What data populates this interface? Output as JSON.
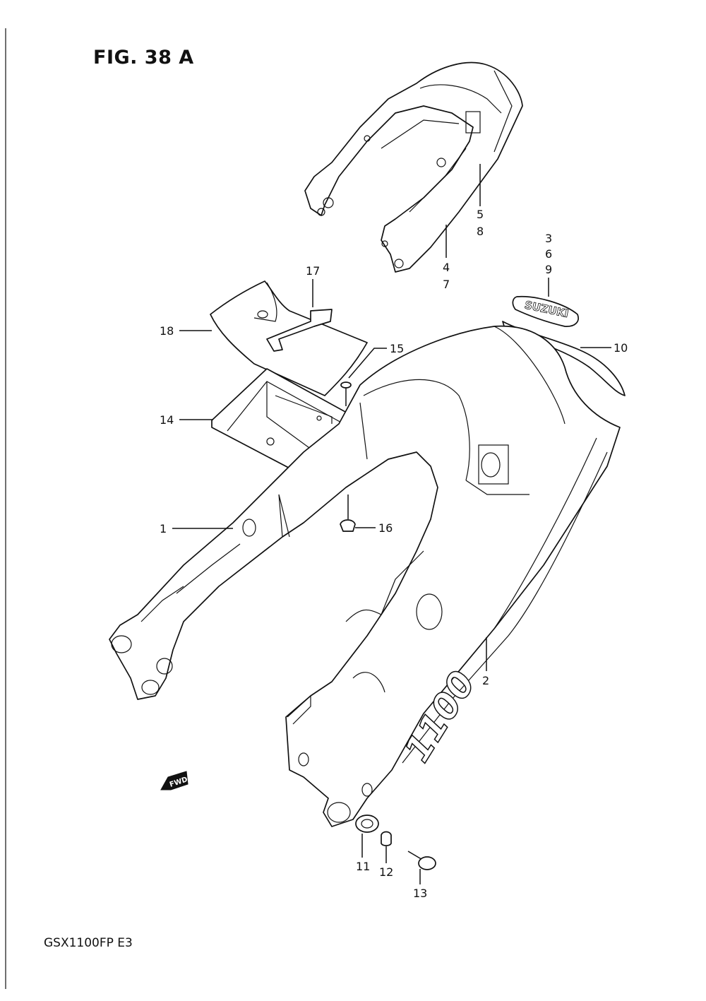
{
  "figure": {
    "title": "FIG. 38 A",
    "model": "GSX1100FP  E3"
  },
  "labels": {
    "l1": "1",
    "l2": "2",
    "l3": "3",
    "l4": "4",
    "l5": "5",
    "l6": "6",
    "l7": "7",
    "l8": "8",
    "l9": "9",
    "l10": "10",
    "l11": "11",
    "l12": "12",
    "l13": "13",
    "l14": "14",
    "l15": "15",
    "l16": "16",
    "l17": "17",
    "l18": "18"
  },
  "badges": {
    "fwd": "FWD",
    "emblem": "SUZUKI",
    "cowl_mark": "1100"
  }
}
